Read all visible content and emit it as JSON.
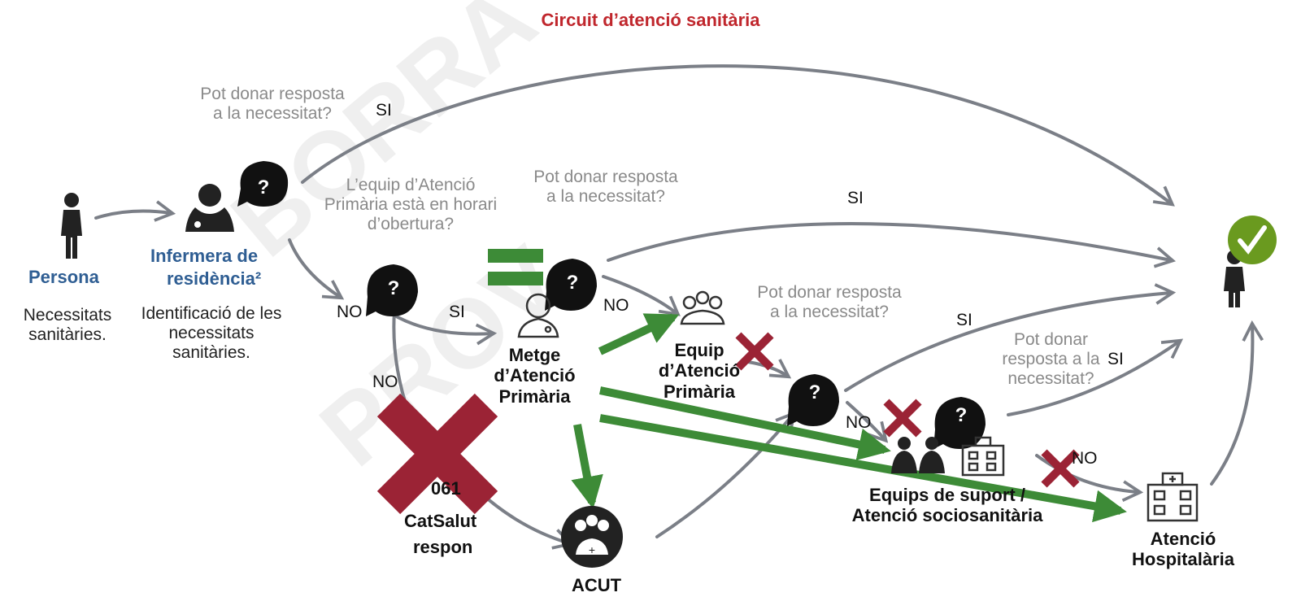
{
  "title": "Circuit d’atenció sanitària",
  "colors": {
    "title": "#c0272d",
    "role": "#2f5e93",
    "question": "#8a8a8a",
    "flow": "#7b7f87",
    "green": "#3d8b37",
    "red": "#9b2335",
    "check": "#6a9a1f"
  },
  "watermark": "BORRADOR PROVISIONAL",
  "nodes": {
    "persona": {
      "label": "Persona",
      "desc": "Necessitats sanitàries."
    },
    "infermera": {
      "label1": "Infermera de",
      "label2": "residència²",
      "desc": "Identificació de les necessitats sanitàries."
    },
    "metge": {
      "label": "Metge d’Atenció Primària"
    },
    "equip_ap": {
      "label": "Equip d’Atenció Primària"
    },
    "catsalut": {
      "label1": "061",
      "label2": "CatSalut",
      "label3": "respon"
    },
    "acut": {
      "label": "ACUT"
    },
    "equips_suport": {
      "label": "Equips de suport / Atenció sociosanitària"
    },
    "hospital": {
      "label": "Atenció Hospitalària"
    }
  },
  "questions": {
    "q1": "Pot donar resposta a la necessitat?",
    "q2": "L’equip d’Atenció Primària està en horari d’obertura?",
    "q3": "Pot donar resposta a la necessitat?",
    "q4": "Pot donar resposta a la necessitat?",
    "q5": "Pot donar resposta a la necessitat?"
  },
  "edge_labels": {
    "si": "SI",
    "no": "NO"
  },
  "icons": [
    "person-icon",
    "nurse-icon",
    "question-bubble-icon",
    "doctor-icon",
    "team-icon",
    "group-icon",
    "building-icon",
    "hospital-icon",
    "check-icon",
    "red-x-icon",
    "equals-icon"
  ]
}
